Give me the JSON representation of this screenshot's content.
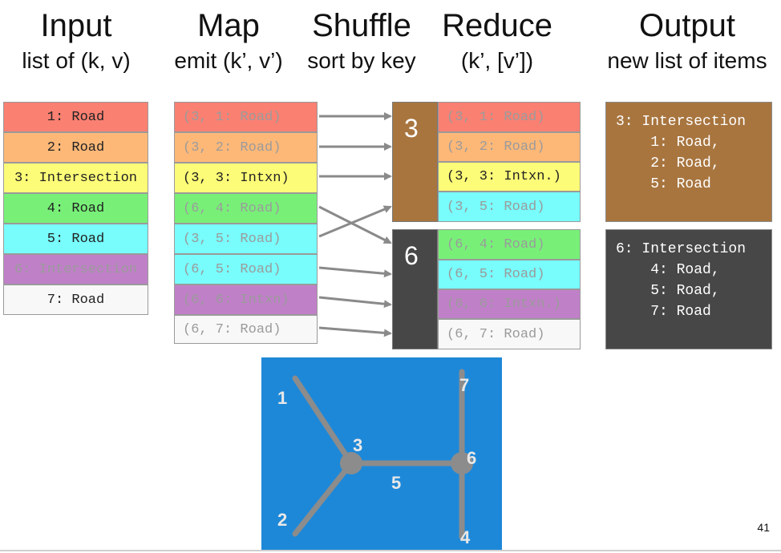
{
  "headers": {
    "input": {
      "title": "Input",
      "subtitle": "list of (k, v)"
    },
    "map": {
      "title": "Map",
      "subtitle": "emit (k’, v’)"
    },
    "shuffle": {
      "title": "Shuffle",
      "subtitle": "sort by key"
    },
    "reduce": {
      "title": "Reduce",
      "subtitle": "(k’, [v’])"
    },
    "output": {
      "title": "Output",
      "subtitle": "new list of items"
    }
  },
  "colors": {
    "red": "#fa8072",
    "orange": "#fdb878",
    "yellow": "#fdfc78",
    "green": "#78f078",
    "cyan": "#78fcfc",
    "purple": "#c080c8",
    "white": "#f8f8f8",
    "brown": "#a8753f",
    "darkgray": "#474747",
    "arrow": "#8a8a8a",
    "map_blue": "#1e88d8",
    "road_gray": "#8c8c8c"
  },
  "input_items": [
    {
      "text": "1: Road",
      "color": "red"
    },
    {
      "text": "2: Road",
      "color": "orange"
    },
    {
      "text": "3: Intersection",
      "color": "yellow"
    },
    {
      "text": "4: Road",
      "color": "green"
    },
    {
      "text": "5: Road",
      "color": "cyan"
    },
    {
      "text": "6: Intersection",
      "color": "purple"
    },
    {
      "text": "7: Road",
      "color": "white"
    }
  ],
  "map_items": [
    {
      "text": "(3, 1: Road)",
      "color": "red"
    },
    {
      "text": "(3, 2: Road)",
      "color": "orange"
    },
    {
      "text": "(3, 3: Intxn)",
      "color": "yellow"
    },
    {
      "text": "(6, 4: Road)",
      "color": "green"
    },
    {
      "text": "(3, 5: Road)",
      "color": "cyan"
    },
    {
      "text": "(6, 5: Road)",
      "color": "cyan"
    },
    {
      "text": "(6, 6: Intxn)",
      "color": "purple"
    },
    {
      "text": "(6, 7: Road)",
      "color": "white"
    }
  ],
  "reduce_groups": [
    {
      "key": "3",
      "color": "brown",
      "items": [
        {
          "text": "(3, 1: Road)",
          "color": "red"
        },
        {
          "text": "(3, 2: Road)",
          "color": "orange"
        },
        {
          "text": "(3, 3: Intxn.)",
          "color": "yellow"
        },
        {
          "text": "(3, 5: Road)",
          "color": "cyan"
        }
      ]
    },
    {
      "key": "6",
      "color": "darkgray",
      "items": [
        {
          "text": "(6, 4: Road)",
          "color": "green"
        },
        {
          "text": "(6, 5: Road)",
          "color": "cyan"
        },
        {
          "text": "(6, 6: Intxn.)",
          "color": "purple"
        },
        {
          "text": "(6, 7: Road)",
          "color": "white"
        }
      ]
    }
  ],
  "output": [
    {
      "color": "brown",
      "lines": [
        "3: Intersection",
        "    1: Road,",
        "    2: Road,",
        "    5: Road"
      ]
    },
    {
      "color": "darkgray",
      "lines": [
        "6: Intersection",
        "    4: Road,",
        "    5: Road,",
        "    7: Road"
      ]
    }
  ],
  "graph": {
    "labels": {
      "n1": "1",
      "n2": "2",
      "n3": "3",
      "n4": "4",
      "n5": "5",
      "n6": "6",
      "n7": "7"
    }
  },
  "page_number": "41"
}
